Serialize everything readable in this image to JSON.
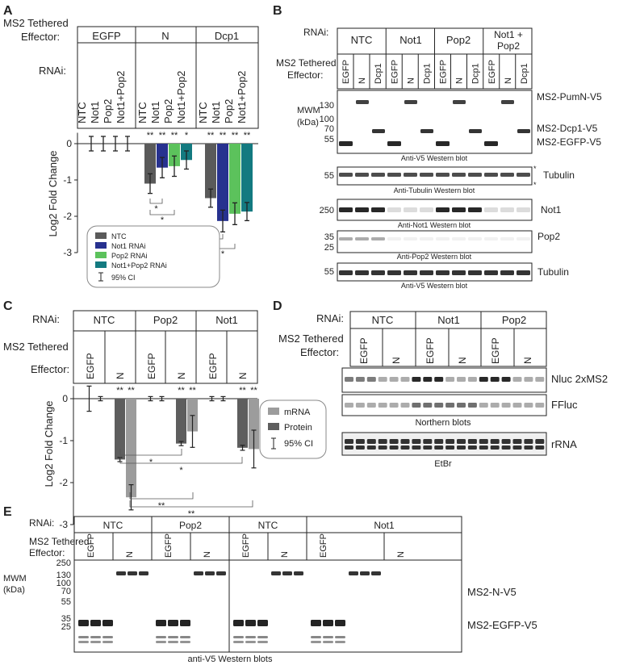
{
  "panel_a": {
    "letter": "A",
    "effector_label": [
      "MS2 Tethered",
      "Effector:"
    ],
    "effector_cols": [
      "EGFP",
      "N",
      "Dcp1"
    ],
    "rnai_label": "RNAi:",
    "rnai_rows": [
      "NTC",
      "Not1",
      "Pop2",
      "Not1+Pop2"
    ],
    "ylabel": "Log2 Fold Change",
    "yticks": [
      "0",
      "-1",
      "-2",
      "-3"
    ],
    "stars_N": [
      "**",
      "**",
      "**",
      "*"
    ],
    "stars_Dcp1": [
      "**",
      "**",
      "**",
      "**"
    ],
    "pair_stars": [
      "*",
      "*",
      "*",
      "*"
    ],
    "legend": [
      "NTC",
      "Not1 RNAi",
      "Pop2 RNAi",
      "Not1+Pop2 RNAi",
      "95% CI"
    ]
  },
  "panel_b": {
    "letter": "B",
    "rnai_label": "RNAi:",
    "effector_label": [
      "MS2 Tethered",
      "Effector:"
    ],
    "groups": [
      "NTC",
      "Not1",
      "Pop2",
      "Not1 +",
      "Pop2"
    ],
    "lanes": [
      "EGFP",
      "N",
      "Dcp1"
    ],
    "mwm": [
      "MWM",
      "(kDa)"
    ],
    "v5_ticks": [
      "130",
      "100",
      "70",
      "55"
    ],
    "v5_labels": [
      "MS2-PumN-V5",
      "MS2-Dcp1-V5",
      "MS2-EGFP-V5"
    ],
    "v5_caption": "Anti-V5 Western blot",
    "tub_tick": "55",
    "tub_label": "Tubulin",
    "tub_caption": "Anti-Tubulin Western blot",
    "not1_tick": "250",
    "not1_label": "Not1",
    "not1_caption": "Anti-Not1 Western blot",
    "pop2_ticks": [
      "35",
      "25"
    ],
    "pop2_label": "Pop2",
    "pop2_caption": "Anti-Pop2 Western blot",
    "tub2_tick": "55",
    "tub2_label": "Tubulin",
    "tub2_caption": "Anti-V5 Western blot",
    "asterisk": "*"
  },
  "panel_c": {
    "letter": "C",
    "rnai_label": "RNAi:",
    "groups": [
      "NTC",
      "Pop2",
      "Not1"
    ],
    "effector_label": [
      "MS2 Tethered",
      "Effector:"
    ],
    "lanes": [
      "EGFP",
      "N"
    ],
    "ylabel": "Log2 Fold Change",
    "yticks": [
      "0",
      "-1",
      "-2",
      "-3"
    ],
    "stars": [
      "**",
      "**",
      "**",
      "**",
      "**",
      "**"
    ],
    "pair_stars": [
      "*",
      "*",
      "**",
      "**"
    ],
    "legend": [
      "mRNA",
      "Protein",
      "95% CI"
    ]
  },
  "panel_d": {
    "letter": "D",
    "rnai_label": "RNAi:",
    "groups": [
      "NTC",
      "Not1",
      "Pop2"
    ],
    "effector_label": [
      "MS2 Tethered",
      "Effector:"
    ],
    "lanes": [
      "EGFP",
      "N"
    ],
    "labels": [
      "Nluc 2xMS2",
      "FFluc",
      "rRNA"
    ],
    "caption_northern": "Northern blots",
    "caption_etbr": "EtBr"
  },
  "panel_e": {
    "letter": "E",
    "rnai_label": "RNAi:",
    "groups": [
      "NTC",
      "Pop2",
      "NTC",
      "Not1"
    ],
    "effector_label": [
      "MS2 Tethered",
      "Effector:"
    ],
    "lanes": [
      "EGFP",
      "N"
    ],
    "mwm": [
      "MWM",
      "(kDa)"
    ],
    "ticks": [
      "250",
      "130",
      "100",
      "70",
      "55",
      "35",
      "25"
    ],
    "labels": [
      "MS2-N-V5",
      "MS2-EGFP-V5"
    ],
    "caption": "anti-V5 Western blots"
  },
  "colors": {
    "ntc": "#5a5a5a",
    "not1": "#27318f",
    "pop2": "#5cc25c",
    "not1pop2": "#137a80",
    "mrna": "#9c9c9c",
    "protein": "#5e5e5e"
  },
  "chart_data": [
    {
      "type": "bar",
      "title": "",
      "ylabel": "Log2 Fold Change",
      "ylim": [
        -3,
        0.3
      ],
      "categories": [
        "EGFP",
        "N",
        "Dcp1"
      ],
      "series": [
        {
          "name": "NTC",
          "values": [
            0,
            -1.1,
            -1.5
          ],
          "ci": [
            0.2,
            0.27,
            0.25
          ]
        },
        {
          "name": "Not1 RNAi",
          "values": [
            0,
            -0.66,
            -2.13
          ],
          "ci": [
            0.2,
            0.28,
            0.3
          ]
        },
        {
          "name": "Pop2 RNAi",
          "values": [
            0,
            -0.62,
            -1.93
          ],
          "ci": [
            0.2,
            0.28,
            0.3
          ]
        },
        {
          "name": "Not1+Pop2 RNAi",
          "values": [
            0,
            -0.45,
            -1.87
          ],
          "ci": [
            0.2,
            0.25,
            0.25
          ]
        }
      ]
    },
    {
      "type": "bar",
      "title": "",
      "ylabel": "Log2 Fold Change",
      "ylim": [
        -3,
        0.3
      ],
      "categories": [
        "NTC EGFP",
        "NTC N",
        "Pop2 EGFP",
        "Pop2 N",
        "Not1 EGFP",
        "Not1 N"
      ],
      "series": [
        {
          "name": "mRNA",
          "values": [
            0,
            -2.35,
            0,
            -0.78,
            0,
            -1.2
          ],
          "ci": [
            0.05,
            0.3,
            0.05,
            0.38,
            0.05,
            0.45
          ]
        },
        {
          "name": "Protein",
          "values": [
            0,
            -1.45,
            0,
            -1.07,
            0,
            -1.17
          ],
          "ci": [
            0.3,
            0.05,
            0.05,
            0.05,
            0.05,
            0.06
          ]
        }
      ]
    }
  ]
}
